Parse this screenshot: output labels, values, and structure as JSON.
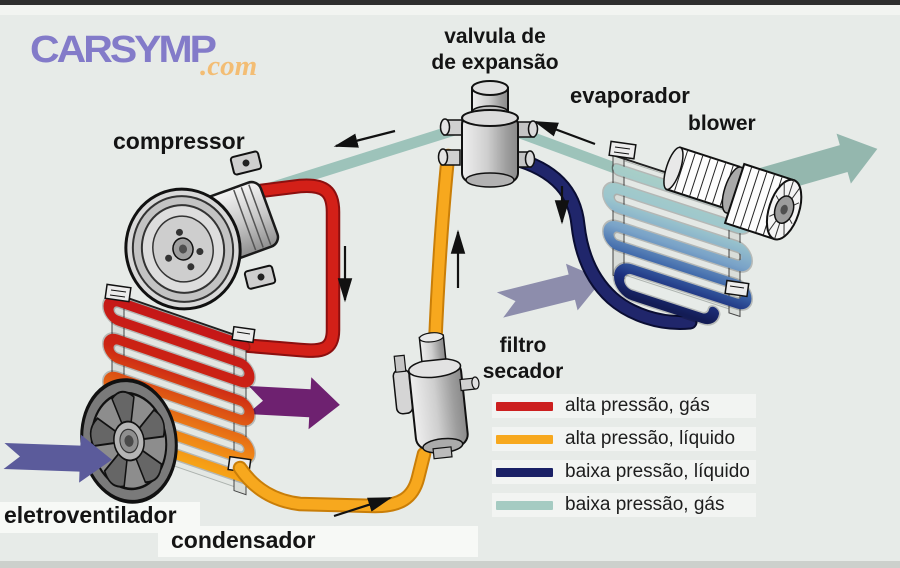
{
  "logo": {
    "brand": "CARSYMP",
    "tld": ".com",
    "brand_color": "#837bc9",
    "tld_color": "#f3bd74"
  },
  "labels": {
    "compressor": "compressor",
    "expansion_valve_line1": "valvula de",
    "expansion_valve_line2": "de expansão",
    "evaporator": "evaporador",
    "blower": "blower",
    "filter_line1": "filtro",
    "filter_line2": "secador",
    "fan": "eletroventilador",
    "condenser": "condensador"
  },
  "legend": {
    "items": [
      {
        "label": "alta pressão, gás",
        "color": "#cc1f1f"
      },
      {
        "label": "alta pressão, líquido",
        "color": "#f7a81e"
      },
      {
        "label": "baixa pressão, líquido",
        "color": "#1b2166"
      },
      {
        "label": "baixa pressão, gás",
        "color": "#a5cbc2"
      }
    ]
  },
  "colors": {
    "background": "#e7ebe8",
    "pipe_high_pressure_gas": "#d32018",
    "pipe_high_pressure_liquid": "#f7a81e",
    "pipe_low_pressure_liquid": "#1b2166",
    "pipe_low_pressure_gas": "#9dc3ba",
    "airflow_in_fan_arrow": "#5b5b9b",
    "airflow_out_condenser_arrow": "#6e2170",
    "airflow_in_evaporator_arrow": "#8d8dac",
    "airflow_out_blower_arrow": "#94b7ae",
    "flow_arrows": "#111111"
  }
}
